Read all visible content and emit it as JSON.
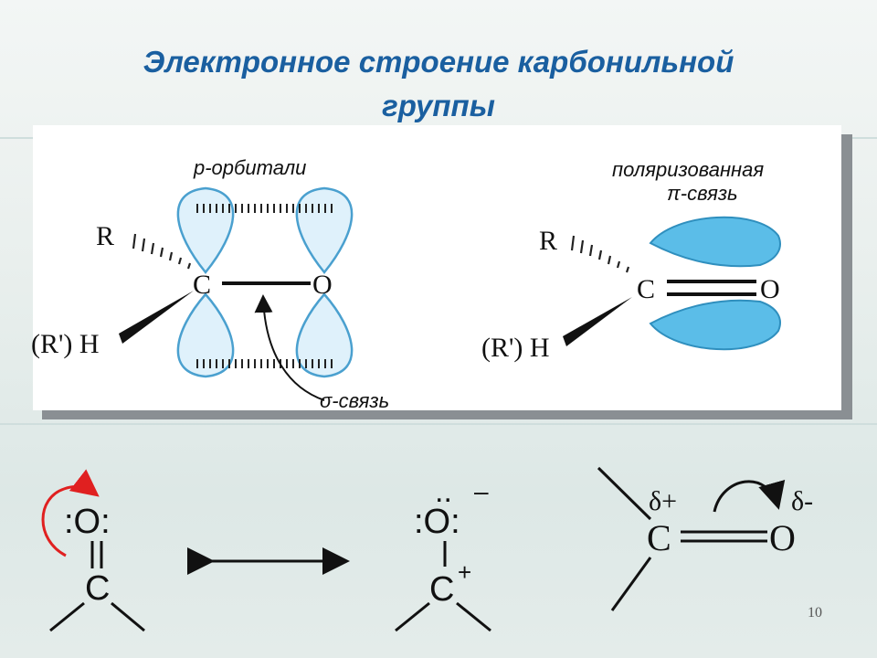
{
  "title": {
    "line1": "Электронное строение карбонильной",
    "line2": "группы"
  },
  "left_diagram": {
    "label": "p-орбитали",
    "sigma_label": "σ-связь",
    "atom_r": "R",
    "atom_rh": "(R') H",
    "atom_c": "C",
    "atom_o": "O"
  },
  "right_diagram": {
    "label_line1": "поляризованная",
    "label_line2": "π-связь",
    "atom_r": "R",
    "atom_rh": "(R') H",
    "atom_c": "C",
    "atom_o": "O"
  },
  "resonance_left": {
    "oxygen": ":O:",
    "double_bond": "||",
    "carbon": "C"
  },
  "resonance_right": {
    "lone_pair_top": "..",
    "oxygen": ":O:",
    "charge_o": "–",
    "single_bond": "|",
    "carbon": "C",
    "charge_c": "+"
  },
  "polar_formula": {
    "carbon": "C",
    "oxygen": "O",
    "delta_plus": "δ+",
    "delta_minus": "δ-"
  },
  "colors": {
    "title": "#1a5fa0",
    "orbital_fill": "#dff1fb",
    "orbital_stroke": "#4aa0cf",
    "pi_fill": "#5bbde8",
    "red_arrow": "#e02020"
  },
  "page_number": "10"
}
